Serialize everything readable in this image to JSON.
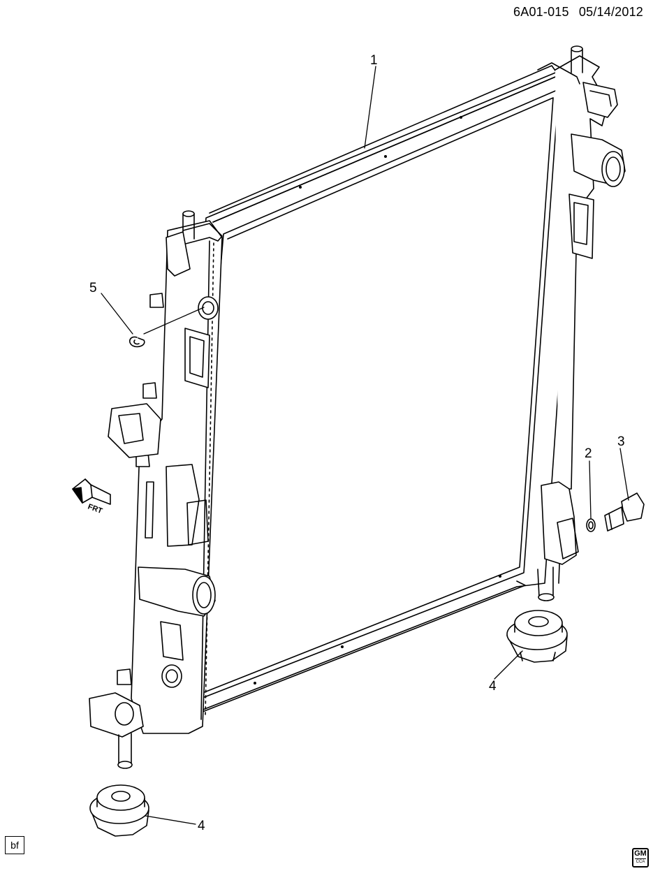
{
  "header": {
    "diagram_id": "6A01-015",
    "date": "05/14/2012"
  },
  "callouts": {
    "c1": "1",
    "c2": "2",
    "c3": "3",
    "c4_right": "4",
    "c4_left": "4",
    "c5": "5"
  },
  "direction_arrow": {
    "label": "FRT"
  },
  "footer": {
    "artist_code": "bf",
    "logo_text": "GM",
    "logo_subtext": "CCA"
  }
}
